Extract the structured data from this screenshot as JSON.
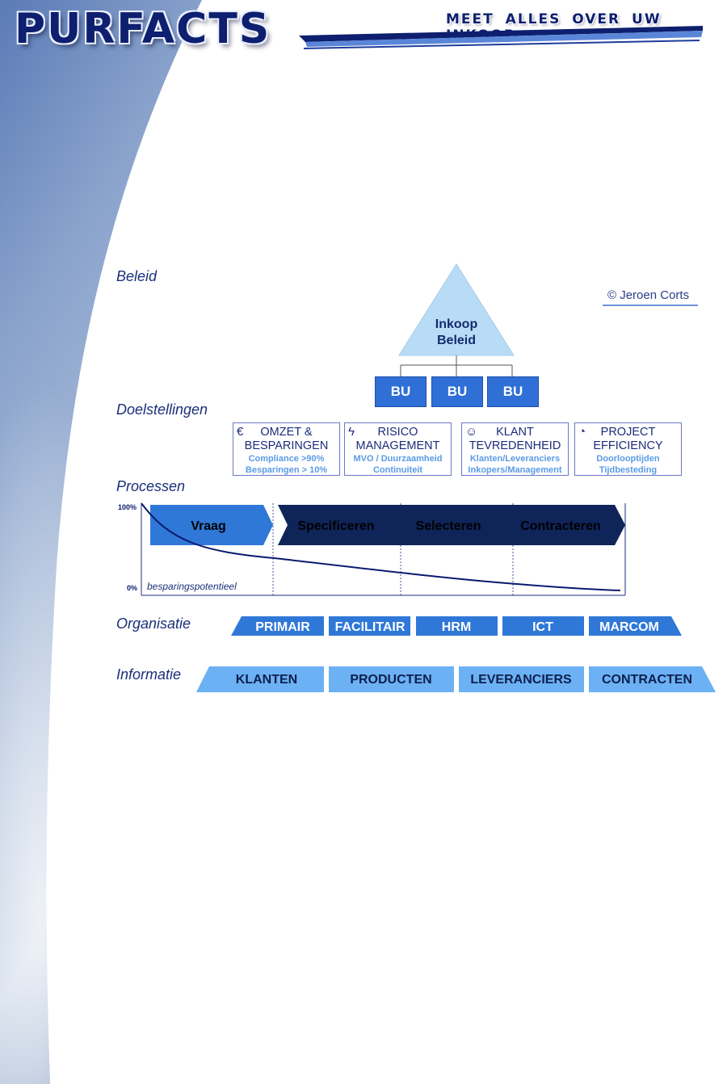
{
  "header": {
    "brand": "PURFACTS",
    "tagline": "MEET ALLES OVER UW INKOOP"
  },
  "copyright": "© Jeroen Corts",
  "sections": {
    "beleid": "Beleid",
    "doelstellingen": "Doelstellingen",
    "processen": "Processen",
    "organisatie": "Organisatie",
    "informatie": "Informatie"
  },
  "pyramid": {
    "line1": "Inkoop",
    "line2": "Beleid"
  },
  "bu_boxes": [
    "BU",
    "BU",
    "BU"
  ],
  "goals": [
    {
      "icon": "euro-icon",
      "title1": "OMZET &",
      "title2": "BESPARINGEN",
      "sub1": "Compliance >90%",
      "sub2": "Besparingen > 10%"
    },
    {
      "icon": "lightning-icon",
      "title1": "RISICO",
      "title2": "MANAGEMENT",
      "sub1": "MVO / Duurzaamheid",
      "sub2": "Continuiteit"
    },
    {
      "icon": "smiley-icon",
      "title1": "KLANT",
      "title2": "TEVREDENHEID",
      "sub1": "Klanten/Leveranciers",
      "sub2": "Inkopers/Management"
    },
    {
      "icon": "clock-icon",
      "title1": "PROJECT",
      "title2": "EFFICIENCY",
      "sub1": "Doorlooptijden",
      "sub2": "Tijdbesteding"
    }
  ],
  "process": {
    "steps": [
      "Vraag",
      "Specificeren",
      "Selecteren",
      "Contracteren"
    ],
    "y_top_label": "100%",
    "y_bottom_label": "0%",
    "curve_label": "besparingspotentieel",
    "colors": {
      "first": "#2f78d8",
      "rest": "#0f2459"
    }
  },
  "organisatie": [
    "PRIMAIR",
    "FACILITAIR",
    "HRM",
    "ICT",
    "MARCOM"
  ],
  "informatie": [
    "KLANTEN",
    "PRODUCTEN",
    "LEVERANCIERS",
    "CONTRACTEN"
  ],
  "colors": {
    "brand_navy": "#0d1f6e",
    "org_blue": "#2f78d8",
    "info_light": "#6cb1f4",
    "pyramid": "#b9dcf6"
  }
}
